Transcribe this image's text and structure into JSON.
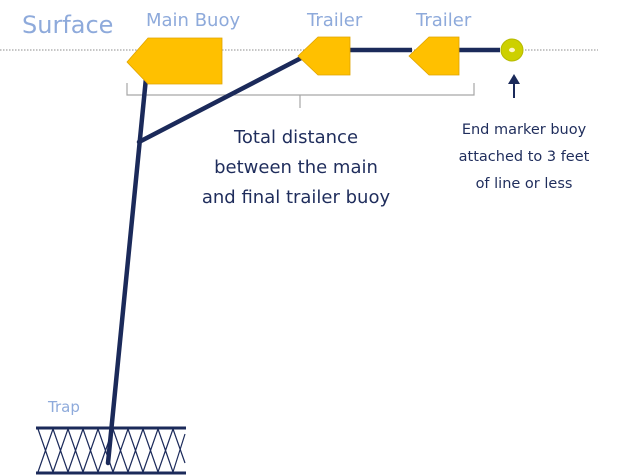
{
  "labels": {
    "surface": "Surface",
    "main_buoy": "Main Buoy",
    "trailer_1": "Trailer",
    "trailer_2": "Trailer",
    "trap": "Trap"
  },
  "annotations": {
    "total_distance": [
      "Total distance",
      "between the main",
      "and final trailer buoy"
    ],
    "end_marker": [
      "End marker buoy",
      "attached to 3 feet",
      "of line or less"
    ]
  },
  "colors": {
    "buoy_fill": "#ffc000",
    "marker_fill": "#cdd000",
    "line": "#1b2a5a",
    "label_blue": "#8eaadb",
    "label_dark": "#1f2d5c",
    "bracket": "#a6a6a6"
  }
}
